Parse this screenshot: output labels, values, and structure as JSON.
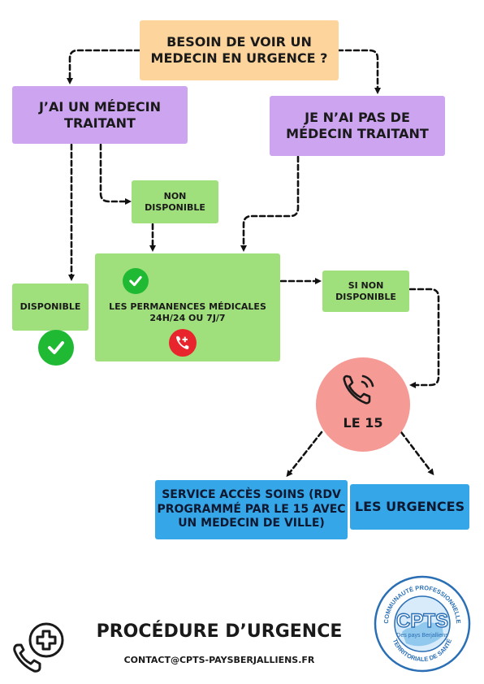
{
  "start": {
    "line1": "BESOIN DE VOIR UN",
    "line2": "MEDECIN EN URGENCE ?"
  },
  "with_doctor": {
    "line1": "J’AI UN MÉDECIN",
    "line2": "TRAITANT"
  },
  "without_doctor": {
    "line1": "JE N’AI PAS DE",
    "line2": "MÉDECIN TRAITANT"
  },
  "not_available": {
    "line1": "NON",
    "line2": "DISPONIBLE"
  },
  "available": {
    "label": "DISPONIBLE"
  },
  "permanences": {
    "line1": "LES PERMANENCES MÉDICALES",
    "line2": "24H/24 OU  7J/7"
  },
  "if_not_available": {
    "line1": "SI NON",
    "line2": "DISPONIBLE"
  },
  "le15": {
    "label": "LE 15"
  },
  "service_acces_soins": {
    "line1": "SERVICE ACCÈS SOINS (RDV",
    "line2": "PROGRAMMÉ PAR LE 15 AVEC",
    "line3": "UN MEDECIN DE VILLE)"
  },
  "urgences": {
    "label": "LES URGENCES"
  },
  "footer": {
    "title": "PROCÉDURE D’URGENCE",
    "contact": "CONTACT@CPTS-PAYSBERJALLIENS.FR"
  },
  "logo": {
    "name": "CPTS",
    "subtitle": "Des pays Berjalliens",
    "ring_top": "COMMUNAUTÉ PROFESSIONNELLE",
    "ring_bottom": "TERRITORIALE DE SANTÉ"
  },
  "colors": {
    "orange": "#fcd49c",
    "purple": "#cca4f0",
    "green": "#a0e07c",
    "blue": "#35a6e8",
    "check": "#1fb934",
    "red": "#e8252c",
    "pink": "#f59a94"
  },
  "icons": [
    "check-icon",
    "phone-plus-icon",
    "phone-ringing-icon",
    "phone-cross-icon"
  ]
}
